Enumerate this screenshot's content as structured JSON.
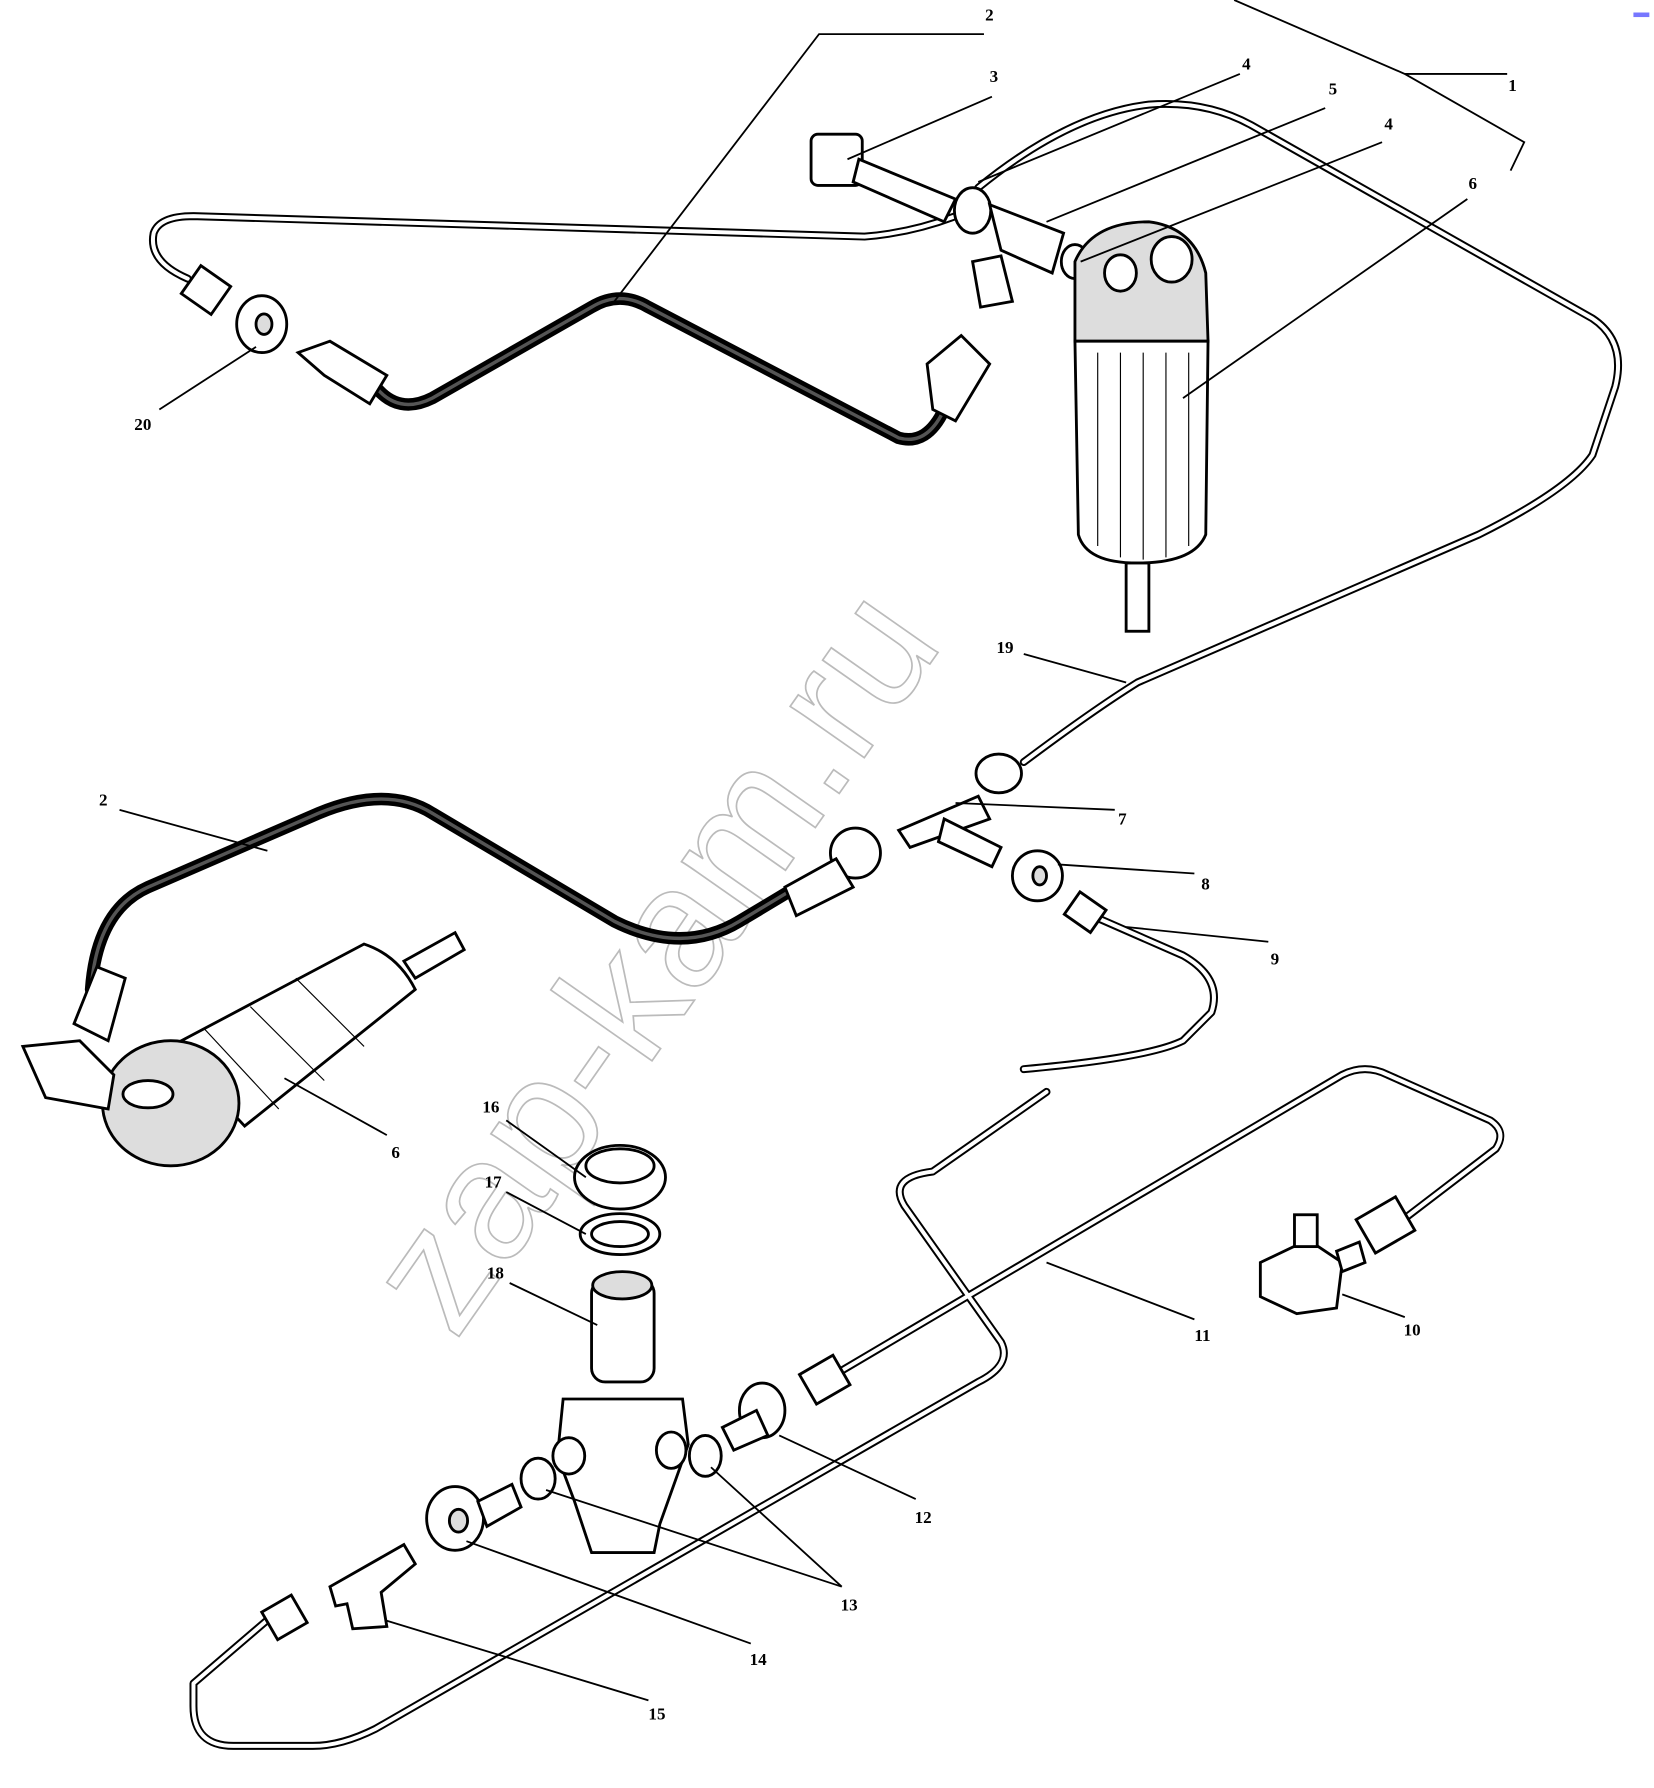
{
  "diagram": {
    "labels": [
      "2",
      "1",
      "3",
      "4",
      "5",
      "4",
      "6",
      "20",
      "19",
      "7",
      "8",
      "9",
      "2",
      "6",
      "16",
      "17",
      "18",
      "11",
      "10",
      "12",
      "13",
      "14",
      "15"
    ],
    "watermark": "zap-kam.ru",
    "colors": {
      "line": "#000000",
      "background": "#ffffff",
      "watermark": "#bbbbbb",
      "corner_mark": "#7777ff"
    }
  }
}
